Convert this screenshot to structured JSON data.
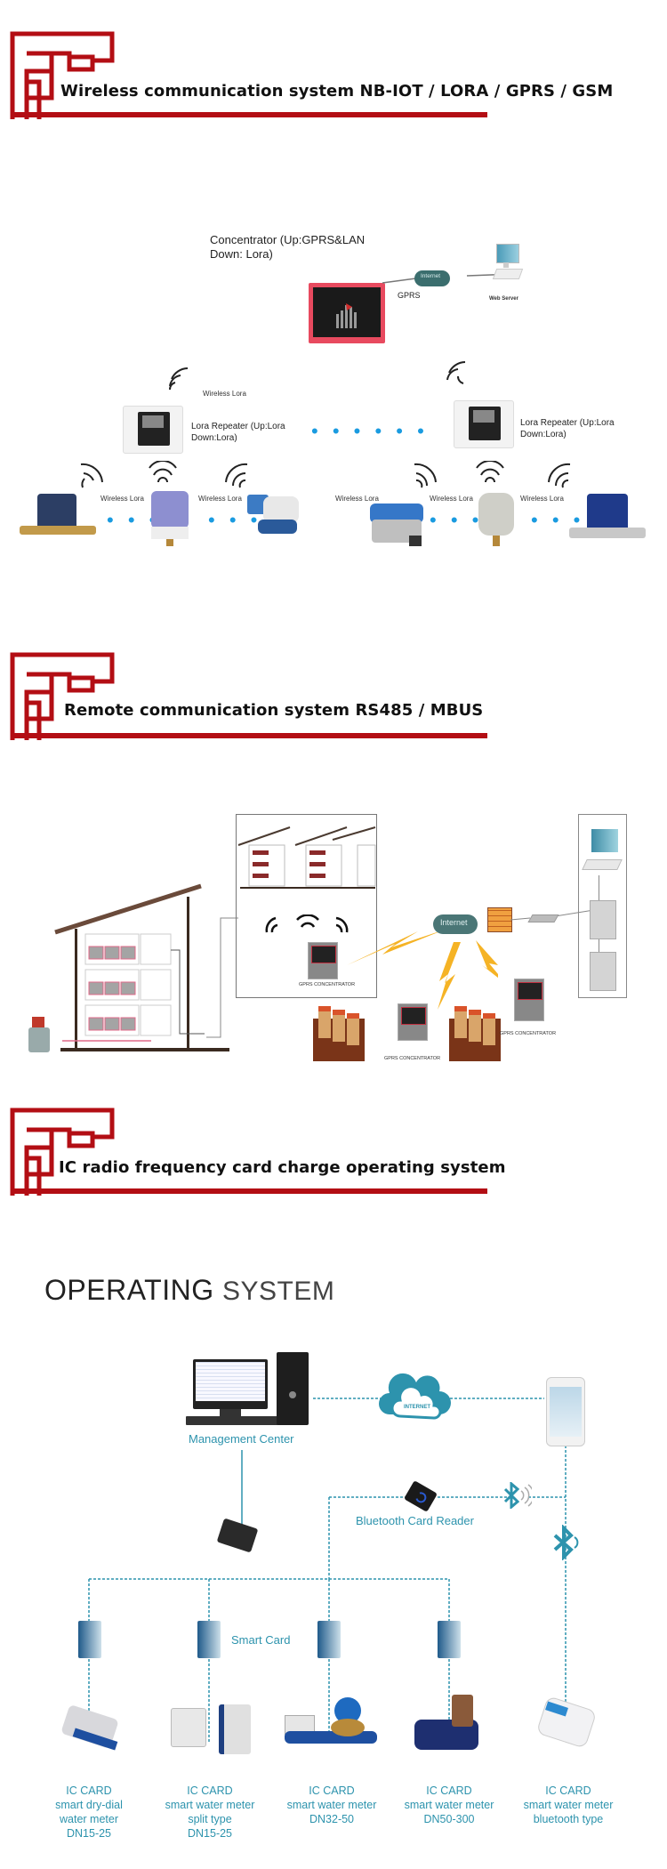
{
  "sections": [
    {
      "title": "Wireless communication system NB-IOT / LORA / GPRS / GSM"
    },
    {
      "title": "Remote communication system RS485 / MBUS"
    },
    {
      "title": "IC radio frequency card charge operating system"
    }
  ],
  "colors": {
    "brand_red": "#b30e14",
    "teal": "#2d93ad",
    "dot_blue": "#1a9be0",
    "lightning": "#f5b325"
  },
  "wireless": {
    "concentrator_label_line1": "Concentrator (Up:GPRS&LAN",
    "concentrator_label_line2": "Down: Lora)",
    "internet_label": "Internet",
    "gprs_label": "GPRS",
    "web_server_label": "Web Server",
    "wireless_lora": "Wireless Lora",
    "repeater_label_line1": "Lora Repeater (Up:Lora",
    "repeater_label_line2": "Down:Lora)",
    "ellipsis": "• • •",
    "long_ellipsis": "• • • • • •",
    "icons": [
      "wifi-signal-icon",
      "cloud-icon",
      "computer-icon",
      "water-meter-icon",
      "repeater-icon"
    ]
  },
  "remote": {
    "internet_label": "Internet",
    "gprs_concentrator": "GPRS CONCENTRATOR",
    "icons": [
      "house-icon",
      "building-icon",
      "firewall-icon",
      "switch-icon",
      "server-icon",
      "lightning-icon"
    ]
  },
  "operating": {
    "heading_bold": "OPERATING",
    "heading_light": "SYSTEM",
    "management_center": "Management Center",
    "internet_label": "INTERNET",
    "bluetooth_card_reader": "Bluetooth Card Reader",
    "smart_card": "Smart Card",
    "meters": [
      {
        "lines": [
          "IC CARD",
          "smart dry-dial",
          "water meter",
          "DN15-25"
        ]
      },
      {
        "lines": [
          "IC CARD",
          "smart water meter",
          "split type",
          "DN15-25"
        ]
      },
      {
        "lines": [
          "IC CARD",
          "smart water meter",
          "DN32-50"
        ]
      },
      {
        "lines": [
          "IC CARD",
          "smart water meter",
          "DN50-300"
        ]
      },
      {
        "lines": [
          "IC CARD",
          "smart water meter",
          "bluetooth type"
        ]
      }
    ]
  }
}
